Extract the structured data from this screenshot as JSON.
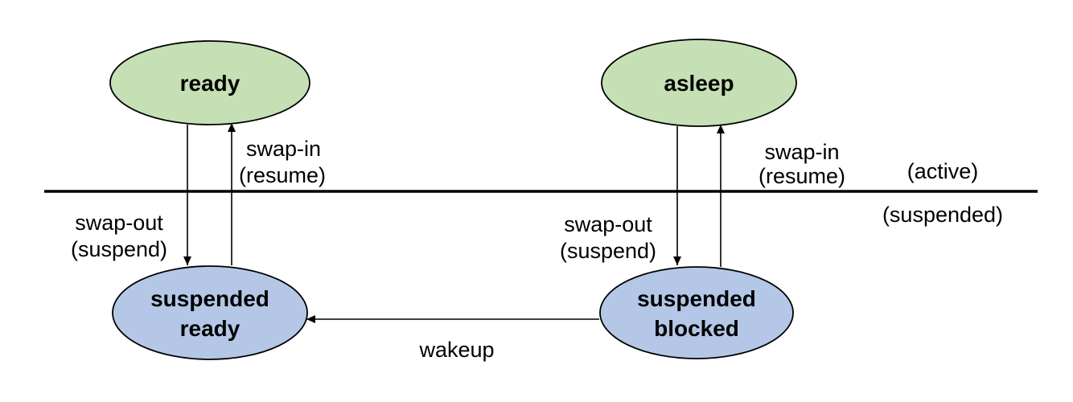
{
  "states": {
    "ready": {
      "label": "ready",
      "fill": "#c5e0b4"
    },
    "asleep": {
      "label": "asleep",
      "fill": "#c5e0b4"
    },
    "suspended_ready": {
      "line1": "suspended",
      "line2": "ready",
      "fill": "#b4c7e7"
    },
    "suspended_blocked": {
      "line1": "suspended",
      "line2": "blocked",
      "fill": "#b4c7e7"
    }
  },
  "transitions": {
    "left_swap_in": {
      "line1": "swap-in",
      "line2": "(resume)"
    },
    "left_swap_out": {
      "line1": "swap-out",
      "line2": "(suspend)"
    },
    "right_swap_in": {
      "line1": "swap-in",
      "line2": "(resume)"
    },
    "right_swap_out": {
      "line1": "swap-out",
      "line2": "(suspend)"
    },
    "wakeup": {
      "label": "wakeup"
    }
  },
  "regions": {
    "active": "(active)",
    "suspended": "(suspended)"
  },
  "colors": {
    "divider": "#000000",
    "divider_glow": "#92d050"
  }
}
